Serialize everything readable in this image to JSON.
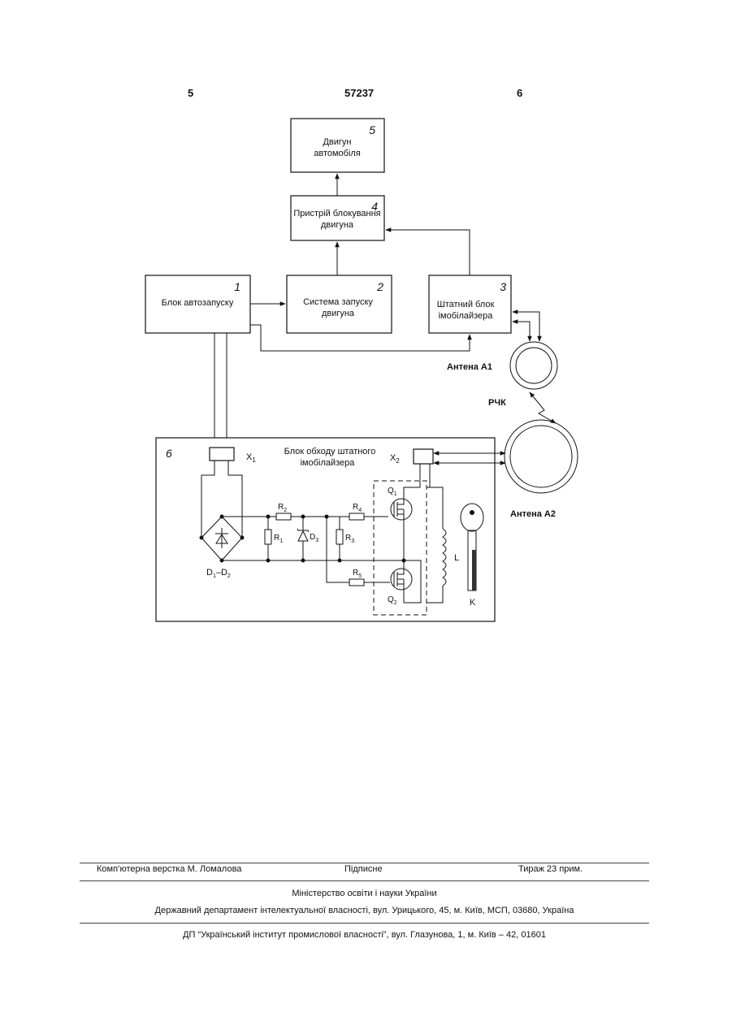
{
  "header": {
    "page_left": "5",
    "patent_number": "57237",
    "page_right": "6"
  },
  "diagram": {
    "blocks": [
      {
        "id": "engine",
        "number": "5",
        "line1": "Двигун",
        "line2": "автомобіля"
      },
      {
        "id": "lock",
        "number": "4",
        "line1": "Пристрій блокування",
        "line2": "двигуна"
      },
      {
        "id": "autostart",
        "number": "1",
        "line1": "Блок автозапуску",
        "line2": ""
      },
      {
        "id": "startsys",
        "number": "2",
        "line1": "Система запуску",
        "line2": "двигуна"
      },
      {
        "id": "immo",
        "number": "3",
        "line1": "Штатний блок",
        "line2": "імобілайзера"
      }
    ],
    "bypass": {
      "number": "6",
      "line1": "Блок обходу штатного",
      "line2": "імобілайзера"
    },
    "labels": {
      "antenna_a1": "Антена А1",
      "rfk": "РЧК",
      "antenna_a2": "Антена А2",
      "key": "K",
      "coil": "L",
      "x1": "X",
      "x1_sub": "1",
      "x2": "X",
      "x2_sub": "2",
      "r1": "R",
      "r1_sub": "1",
      "r2": "R",
      "r2_sub": "2",
      "r3": "R",
      "r3_sub": "3",
      "r4": "R",
      "r4_sub": "4",
      "r5": "R",
      "r5_sub": "5",
      "d3": "D",
      "d3_sub": "3",
      "q1": "Q",
      "q1_sub": "1",
      "q2": "Q",
      "q2_sub": "2",
      "bridge": "D",
      "bridge_sub1": "1",
      "bridge_mid": "–D",
      "bridge_sub2": "2"
    }
  },
  "footer": {
    "layout": "Комп’ютерна верстка М. Ломалова",
    "signed": "Підписне",
    "circulation": "Тираж 23 прим.",
    "ministry": "Міністерство освіти і науки України",
    "department": "Державний департамент інтелектуальної власності, вул. Урицького, 45, м. Київ, МСП, 03680, Україна",
    "institute": "ДП “Український інститут промислової власності”, вул. Глазунова, 1, м. Київ – 42, 01601"
  }
}
